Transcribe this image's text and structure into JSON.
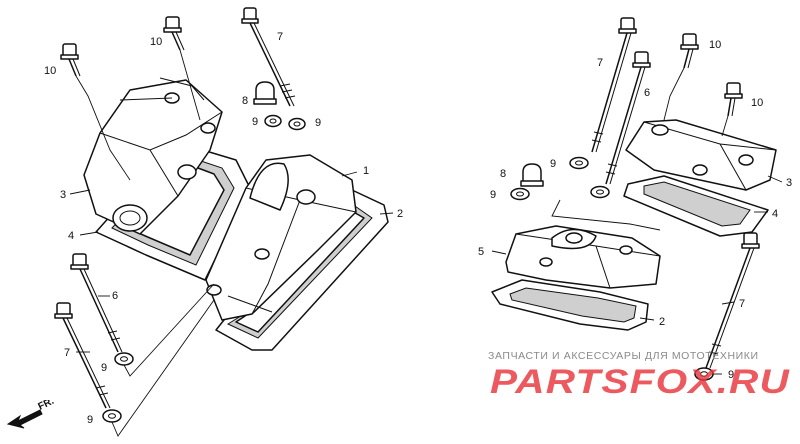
{
  "diagram": {
    "callouts": [
      {
        "id": "c-l-10a",
        "text": "10"
      },
      {
        "id": "c-l-7a",
        "text": "7"
      },
      {
        "id": "c-l-10b",
        "text": "10"
      },
      {
        "id": "c-l-8",
        "text": "8"
      },
      {
        "id": "c-l-9a",
        "text": "9"
      },
      {
        "id": "c-l-9b",
        "text": "9"
      },
      {
        "id": "c-l-1",
        "text": "1"
      },
      {
        "id": "c-l-3",
        "text": "3"
      },
      {
        "id": "c-l-2",
        "text": "2"
      },
      {
        "id": "c-l-4",
        "text": "4"
      },
      {
        "id": "c-l-6",
        "text": "6"
      },
      {
        "id": "c-l-7b",
        "text": "7"
      },
      {
        "id": "c-l-9c",
        "text": "9"
      },
      {
        "id": "c-l-9d",
        "text": "9"
      },
      {
        "id": "c-r-10a",
        "text": "10"
      },
      {
        "id": "c-r-7a",
        "text": "7"
      },
      {
        "id": "c-r-6",
        "text": "6"
      },
      {
        "id": "c-r-10b",
        "text": "10"
      },
      {
        "id": "c-r-9a",
        "text": "9"
      },
      {
        "id": "c-r-8",
        "text": "8"
      },
      {
        "id": "c-r-9b",
        "text": "9"
      },
      {
        "id": "c-r-3",
        "text": "3"
      },
      {
        "id": "c-r-4",
        "text": "4"
      },
      {
        "id": "c-r-5",
        "text": "5"
      },
      {
        "id": "c-r-2",
        "text": "2"
      },
      {
        "id": "c-r-7b",
        "text": "7"
      },
      {
        "id": "c-r-9c",
        "text": "9"
      }
    ],
    "front_arrow": "FR."
  },
  "watermark": {
    "caption": "ЗАПЧАСТИ И АКСЕССУАРЫ ДЛЯ МОТОТЕХНИКИ",
    "logo_text": "PARTSFOX.RU",
    "logo_color": "#e8343a",
    "caption_color": "#8a8a8a"
  }
}
